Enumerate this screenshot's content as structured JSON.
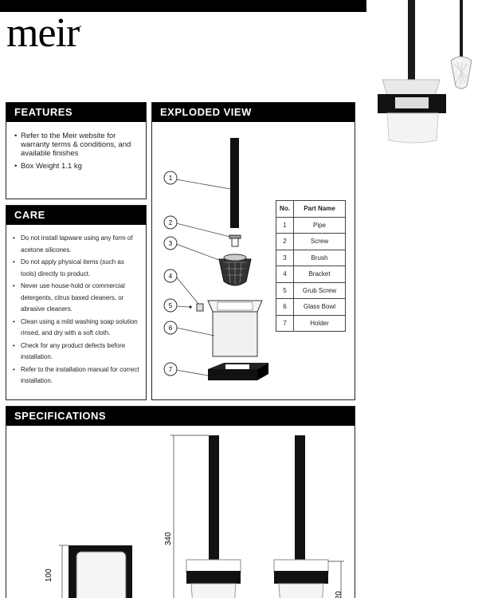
{
  "brand": {
    "name": "meir",
    "mark": "."
  },
  "features": {
    "title": "FEATURES",
    "items": [
      "Refer to the Meir website for warranty terms & conditions, and available finishes",
      "Box Weight 1.1 kg"
    ]
  },
  "care": {
    "title": "CARE",
    "items": [
      "Do not install tapware using any form of acetone silicones.",
      "Do not apply physical items (such as tools) directly to product.",
      "Never use house-hold or commercial detergents, citrus based cleaners, or abrasive cleaners.",
      "Clean using a mild washing soap solution rinsed, and dry with a soft cloth.",
      "Check for any product defects before installation.",
      "Refer to the installation manual for correct installation."
    ]
  },
  "exploded": {
    "title": "EXPLODED VIEW",
    "callouts": [
      "1",
      "2",
      "3",
      "4",
      "5",
      "6",
      "7"
    ],
    "table": {
      "headers": [
        "No.",
        "Part Name"
      ],
      "rows": [
        [
          "1",
          "Pipe"
        ],
        [
          "2",
          "Screw"
        ],
        [
          "3",
          "Brush"
        ],
        [
          "4",
          "Bracket"
        ],
        [
          "5",
          "Grub Screw"
        ],
        [
          "6",
          "Glass Bowl"
        ],
        [
          "7",
          "Holder"
        ]
      ]
    }
  },
  "specs": {
    "title": "SPECIFICATIONS",
    "dimensions": {
      "width": "100",
      "height": "340",
      "base": "120"
    }
  }
}
